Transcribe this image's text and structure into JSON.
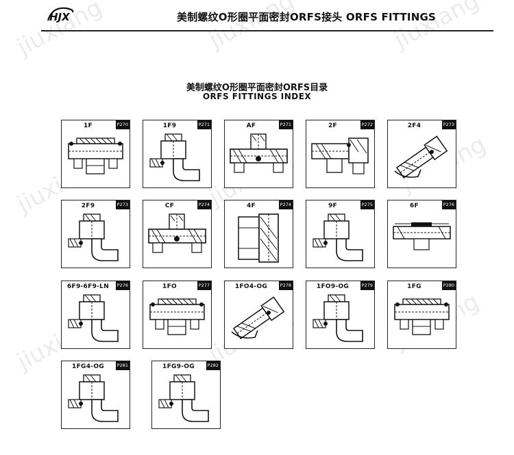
{
  "header": {
    "logo_text": "HJX",
    "title": "美制螺纹O形圈平面密封ORFS接头  ORFS FITTINGS"
  },
  "index": {
    "title_cn": "美制螺纹O形圈平面密封ORFS目录",
    "title_en": "ORFS FITTINGS INDEX"
  },
  "watermark": "jiuxiang",
  "cards": [
    {
      "name": "1F",
      "page": "P270",
      "drawing": "straight"
    },
    {
      "name": "1F9",
      "page": "P271",
      "drawing": "elbow"
    },
    {
      "name": "AF",
      "page": "P271",
      "drawing": "tee"
    },
    {
      "name": "2F",
      "page": "P272",
      "drawing": "union"
    },
    {
      "name": "2F4",
      "page": "P273",
      "drawing": "elbow45"
    },
    {
      "name": "2F9",
      "page": "P273",
      "drawing": "elbow"
    },
    {
      "name": "CF",
      "page": "P274",
      "drawing": "tee"
    },
    {
      "name": "4F",
      "page": "P274",
      "drawing": "plug"
    },
    {
      "name": "9F",
      "page": "P275",
      "drawing": "elbow"
    },
    {
      "name": "6F",
      "page": "P276",
      "drawing": "bulkhead"
    },
    {
      "name": "6F9-6F9-LN",
      "page": "P276",
      "drawing": "elbow"
    },
    {
      "name": "1FO",
      "page": "P277",
      "drawing": "straight"
    },
    {
      "name": "1FO4-OG",
      "page": "P278",
      "drawing": "elbow45"
    },
    {
      "name": "1FO9-OG",
      "page": "P279",
      "drawing": "elbow"
    },
    {
      "name": "1FG",
      "page": "P280",
      "drawing": "straight"
    },
    {
      "name": "1FG4-OG",
      "page": "P281",
      "drawing": "elbow"
    },
    {
      "name": "1FG9-OG",
      "page": "P282",
      "drawing": "elbow"
    }
  ]
}
